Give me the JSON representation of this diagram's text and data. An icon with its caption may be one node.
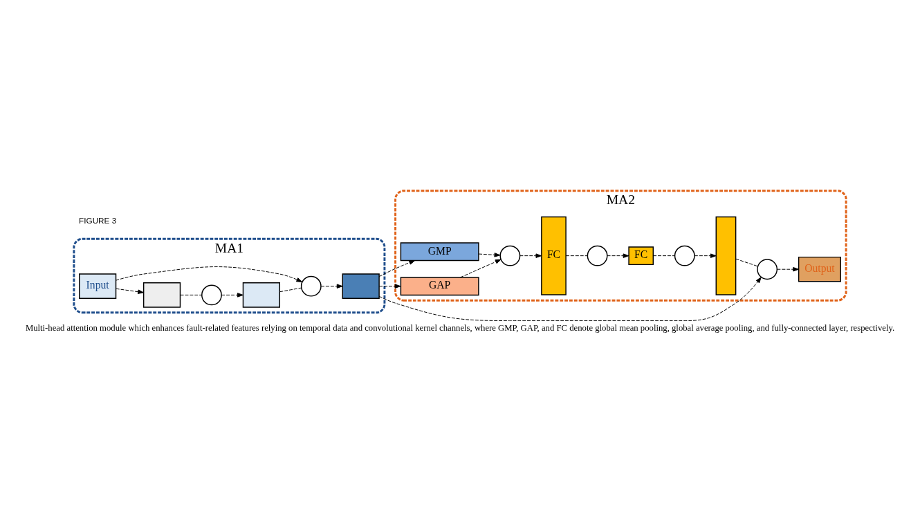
{
  "diagram": {
    "caption": "Multi-head attention module which enhances fault-related features relying on temporal data and convolutional kernel channels, where GMP, GAP, and FC denote global mean pooling, global average pooling, and fully-connected layer, respectively.",
    "nodes": [
      {
        "text": [
          "MA1"
        ]
      },
      {
        "text": [
          "Input"
        ],
        "in": 0
      },
      {
        "text": [],
        "shape": "box",
        "in": 0
      },
      {
        "text": [],
        "shape": "circle",
        "in": 0
      },
      {
        "text": [],
        "shape": "box",
        "in": 0
      },
      {
        "text": [],
        "shape": "circle",
        "in": 0
      },
      {
        "text": [],
        "shape": "box",
        "in": 0
      },
      {
        "text": [
          "MA2"
        ]
      },
      {
        "text": [
          "GMP"
        ],
        "in": 7
      },
      {
        "text": [
          "GAP"
        ],
        "in": 7
      },
      {
        "text": [],
        "shape": "circle",
        "in": 7
      },
      {
        "text": [
          "FC"
        ],
        "in": 7
      },
      {
        "text": [],
        "shape": "circle",
        "in": 7
      },
      {
        "text": [
          "FC"
        ],
        "in": 7
      },
      {
        "text": [],
        "shape": "circle",
        "in": 7
      },
      {
        "text": [],
        "shape": "bar",
        "in": 7
      },
      {
        "text": [],
        "shape": "circle",
        "in": 7
      },
      {
        "text": [
          "Output"
        ],
        "in": 7
      }
    ],
    "edges": [
      {
        "from": 1,
        "to": 2,
        "arrow": "to",
        "style": "dashed"
      },
      {
        "from": 2,
        "to": 3,
        "arrow": "none",
        "style": "dashed"
      },
      {
        "from": 3,
        "to": 4,
        "arrow": "to",
        "style": "dashed"
      },
      {
        "from": 4,
        "to": 5,
        "arrow": "none",
        "style": "dashed"
      },
      {
        "from": 1,
        "to": 5,
        "arrow": "to",
        "style": "dashed"
      },
      {
        "from": 5,
        "to": 6,
        "arrow": "to",
        "style": "dashed"
      },
      {
        "from": 6,
        "to": 8,
        "arrow": "to",
        "style": "dashed"
      },
      {
        "from": 6,
        "to": 9,
        "arrow": "to",
        "style": "dashed"
      },
      {
        "from": 6,
        "to": 16,
        "arrow": "to",
        "style": "dashed"
      },
      {
        "from": 8,
        "to": 10,
        "arrow": "to",
        "style": "dashed"
      },
      {
        "from": 9,
        "to": 10,
        "arrow": "to",
        "style": "dashed"
      },
      {
        "from": 10,
        "to": 11,
        "arrow": "to",
        "style": "dashed"
      },
      {
        "from": 11,
        "to": 12,
        "arrow": "none",
        "style": "dashed"
      },
      {
        "from": 12,
        "to": 13,
        "arrow": "to",
        "style": "dashed"
      },
      {
        "from": 13,
        "to": 14,
        "arrow": "none",
        "style": "dashed"
      },
      {
        "from": 14,
        "to": 15,
        "arrow": "to",
        "style": "dashed"
      },
      {
        "from": 15,
        "to": 16,
        "arrow": "none",
        "style": "dashed"
      },
      {
        "from": 16,
        "to": 17,
        "arrow": "to",
        "style": "dashed"
      }
    ],
    "labels": [
      "FIGURE 3"
    ]
  }
}
